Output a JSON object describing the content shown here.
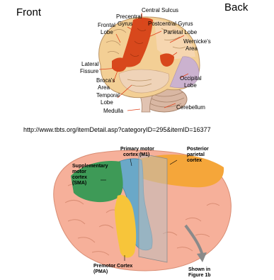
{
  "header": {
    "front": "Front",
    "back": "Back"
  },
  "diagram1": {
    "labels": {
      "central_sulcus": "Central Sulcus",
      "precentral": [
        "Precentral",
        "Gyrus"
      ],
      "postcentral": "Postcentral Gyrus",
      "frontal": [
        "Frontal",
        "Lobe"
      ],
      "parietal": "Parietal Lobe",
      "wernicke": [
        "Wernicke's",
        "Area"
      ],
      "lateral": [
        "Lateral",
        "Fissure"
      ],
      "occipital": [
        "Occipital",
        "Lobe"
      ],
      "broca": [
        "Broca's",
        "Area"
      ],
      "temporal": [
        "Temporal",
        "Lobe"
      ],
      "cerebellum": "Cerebellum",
      "medulla": "Medulla"
    }
  },
  "url": "http://www.tbts.org/itemDetail.asp?categoryID=295&itemID=16377",
  "diagram2": {
    "labels": {
      "primary_motor": [
        "Primary motor",
        "cortex (M1)"
      ],
      "posterior_parietal": [
        "Posterior",
        "parietal",
        "cortex"
      ],
      "sma": [
        "Supplementary",
        "motor",
        "cortex",
        "(SMA)"
      ],
      "premotor": [
        "Premotor Cortex",
        "(PMA)"
      ],
      "shown_in": [
        "Shown in",
        "Figure 1b"
      ]
    }
  }
}
